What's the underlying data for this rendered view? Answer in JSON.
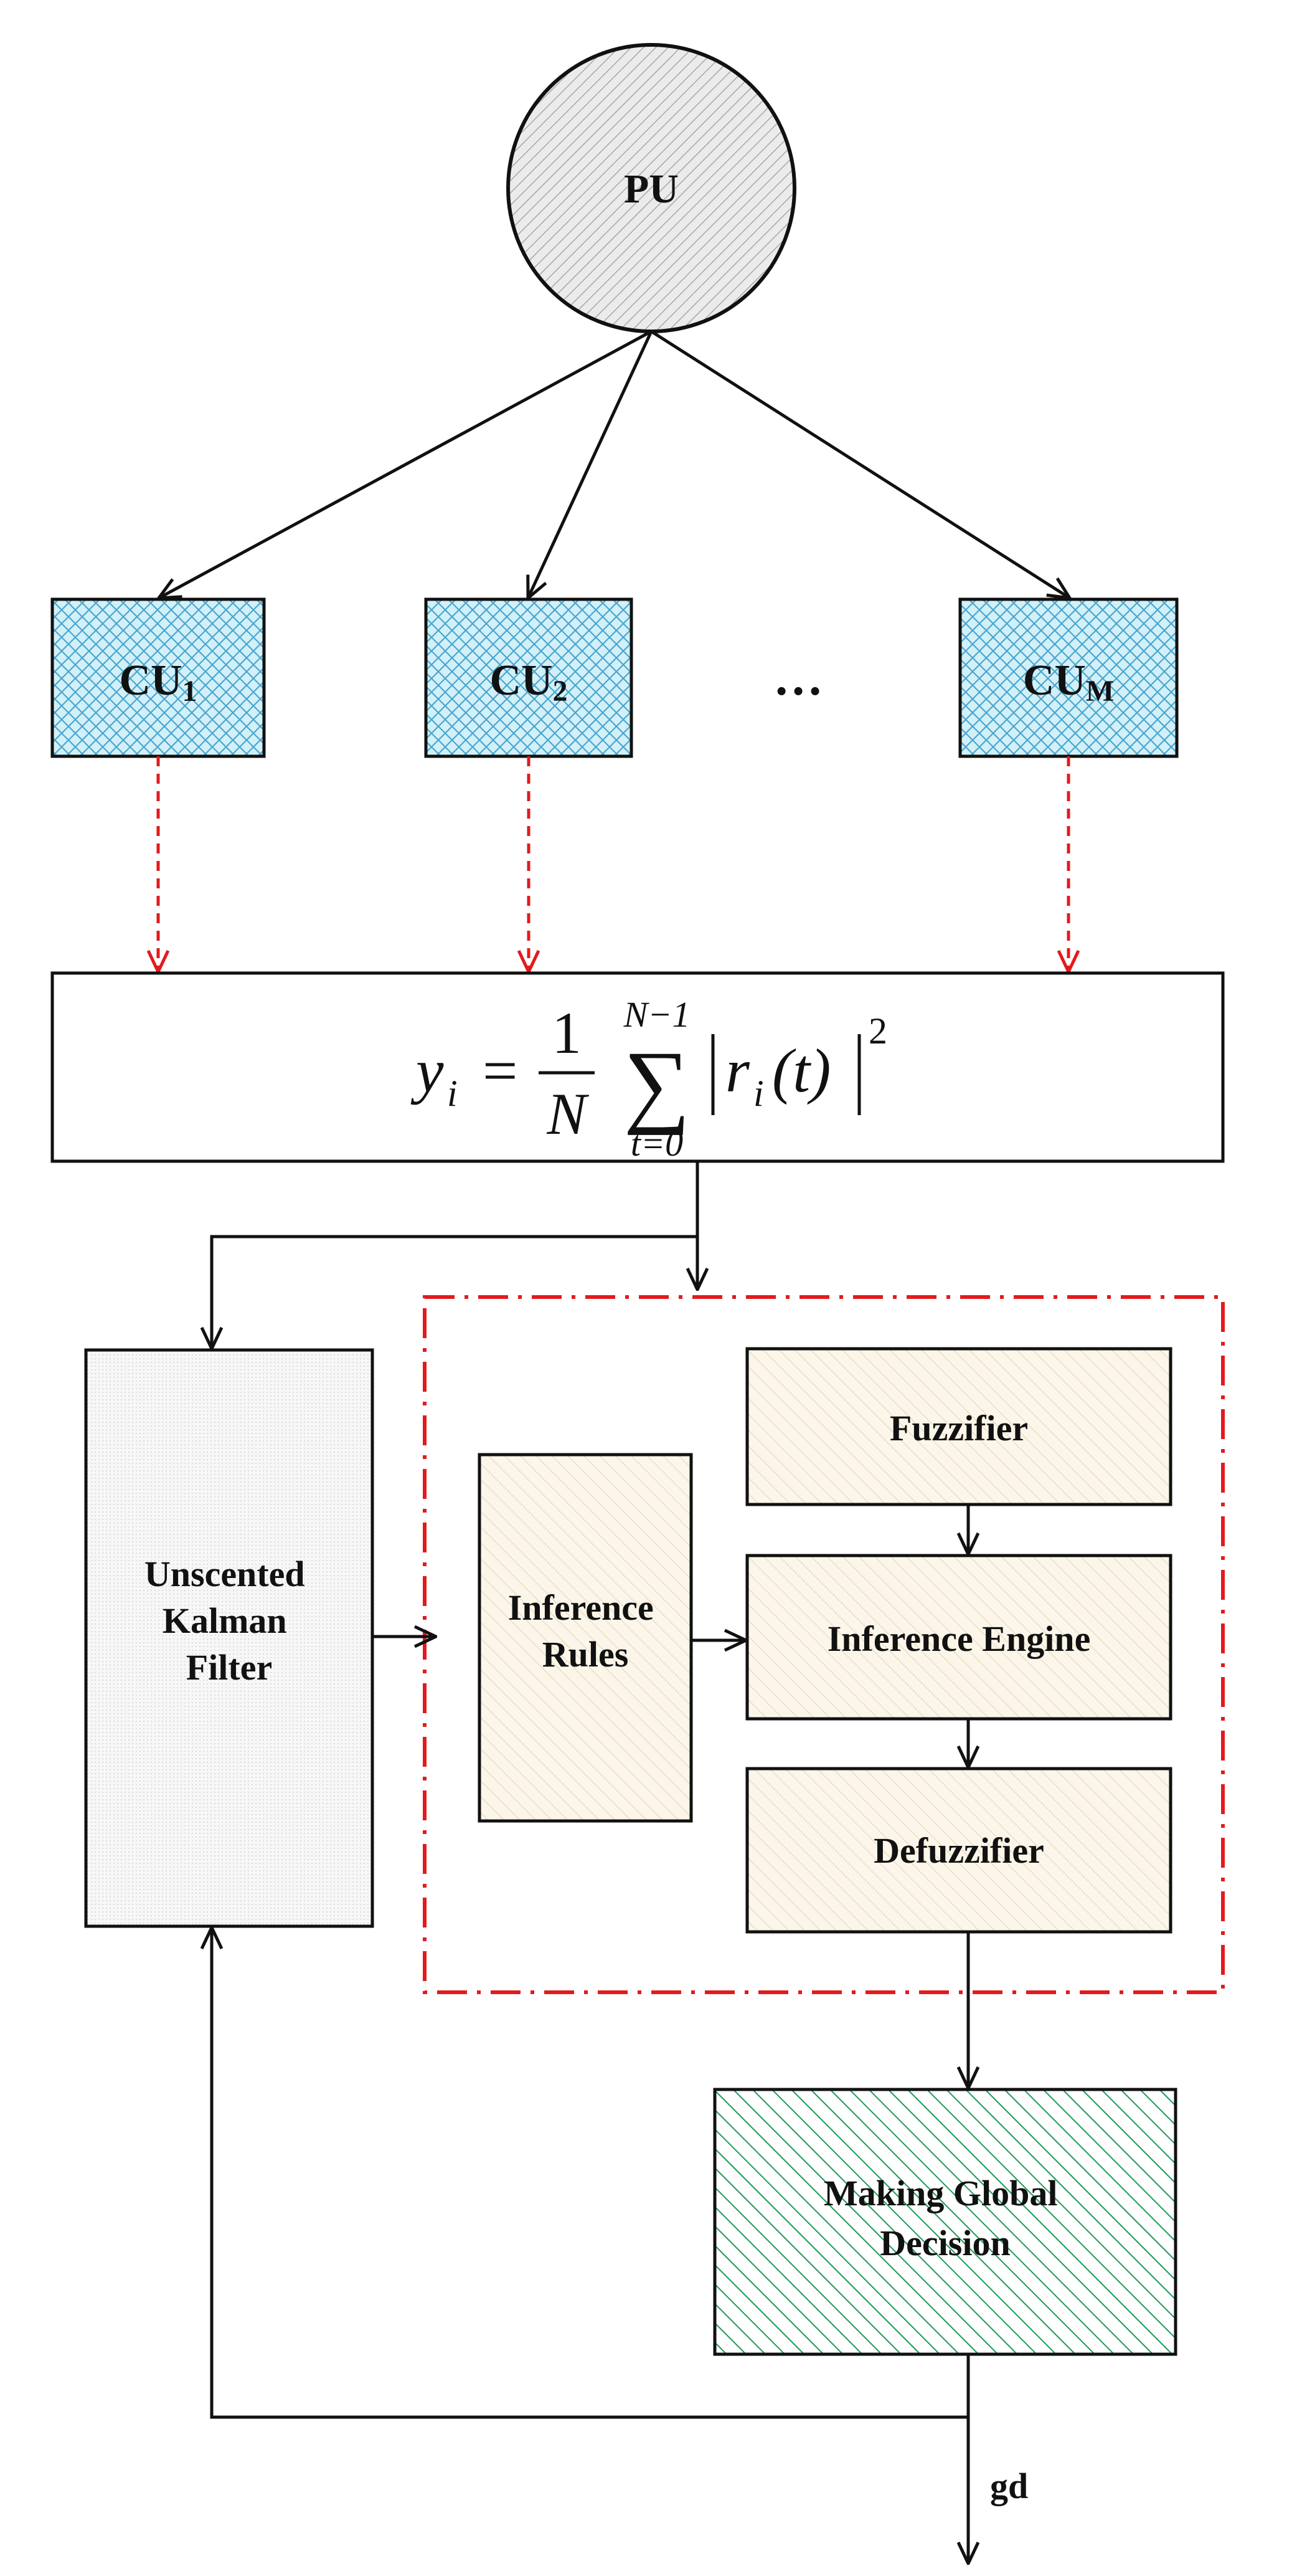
{
  "diagram": {
    "primary_user": {
      "label": "PU",
      "label_color": "#e31a1c"
    },
    "cognitive_users": [
      {
        "base": "CU",
        "subscript": "1"
      },
      {
        "base": "CU",
        "subscript": "2"
      },
      {
        "base": "CU",
        "subscript": "M"
      }
    ],
    "ellipsis": "…",
    "energy_formula": {
      "lhs": "y",
      "lhs_sub": "i",
      "equals": "=",
      "frac_num": "1",
      "frac_den": "N",
      "sum_upper": "N−1",
      "sum_lower": "t=0",
      "sum_symbol": "∑",
      "body": "r",
      "body_sub": "i",
      "body_arg": "(t)",
      "power": "2"
    },
    "ukf": {
      "line1": "Unscented",
      "line2": "Kalman",
      "line3": "Filter"
    },
    "inference_rules": {
      "line1": "Inference",
      "line2": "Rules"
    },
    "fuzzifier": "Fuzzifier",
    "inference_engine": "Inference Engine",
    "defuzzifier": "Defuzzifier",
    "global_decision": {
      "line1": "Making Global",
      "line2": "Decision"
    },
    "output_label": "gd",
    "colors": {
      "pu_fill": "#e9e9e9",
      "cu_fill": "#cfeff7",
      "cu_pattern": "#3b9ec8",
      "fuzzy_fill": "#fbf4e6",
      "fuzzy_hatch": "#dcc9a6",
      "decision_fill": "#ffffff",
      "decision_hatch": "#1e9a5a",
      "dashed_red": "#e31a1c",
      "ukf_fill": "#f5f5f5"
    }
  }
}
